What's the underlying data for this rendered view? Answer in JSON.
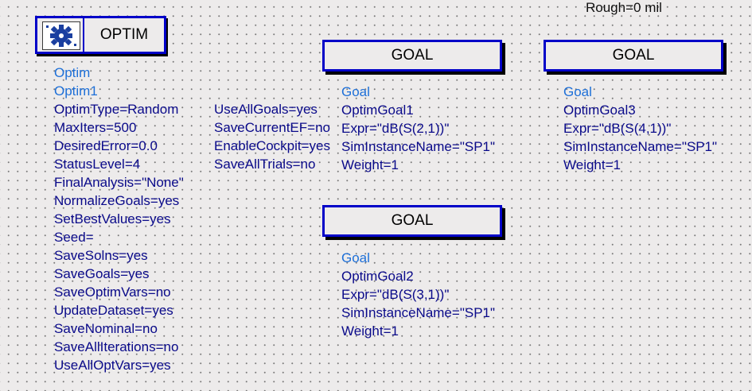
{
  "header": {
    "rough_label": "Rough=0 mil"
  },
  "optim": {
    "symbol_label": "OPTIM",
    "icon": "optim-gear-icon",
    "type_name": "Optim",
    "instance": "Optim1",
    "params_col1": [
      "OptimType=Random",
      "MaxIters=500",
      "DesiredError=0.0",
      "StatusLevel=4",
      "FinalAnalysis=\"None\"",
      "NormalizeGoals=yes",
      "SetBestValues=yes",
      "Seed=",
      "SaveSolns=yes",
      "SaveGoals=yes",
      "SaveOptimVars=no",
      "UpdateDataset=yes",
      "SaveNominal=no",
      "SaveAllIterations=no",
      "UseAllOptVars=yes"
    ],
    "params_col2": [
      "UseAllGoals=yes",
      "SaveCurrentEF=no",
      "EnableCockpit=yes",
      "SaveAllTrials=no"
    ]
  },
  "goals": [
    {
      "symbol_label": "GOAL",
      "type_name": "Goal",
      "instance": "OptimGoal1",
      "params": [
        "Expr=\"dB(S(2,1))\"",
        "SimInstanceName=\"SP1\"",
        "Weight=1"
      ]
    },
    {
      "symbol_label": "GOAL",
      "type_name": "Goal",
      "instance": "OptimGoal3",
      "params": [
        "Expr=\"dB(S(4,1))\"",
        "SimInstanceName=\"SP1\"",
        "Weight=1"
      ]
    },
    {
      "symbol_label": "GOAL",
      "type_name": "Goal",
      "instance": "OptimGoal2",
      "params": [
        "Expr=\"dB(S(3,1))\"",
        "SimInstanceName=\"SP1\"",
        "Weight=1"
      ]
    }
  ],
  "colors": {
    "accent": "#0000c8",
    "type_text": "#1d6fd8",
    "param_text": "#0a0a8a",
    "canvas": "#edebeb"
  }
}
